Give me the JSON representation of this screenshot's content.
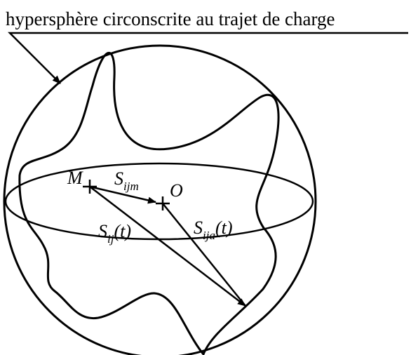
{
  "annotation": {
    "text": "hypersphère circonscrite au trajet de charge"
  },
  "points": {
    "m": "M",
    "o": "O"
  },
  "vectors": {
    "s_ijm": {
      "main": "S",
      "sub": "ijm",
      "suffix": ""
    },
    "s_ij": {
      "main": "S",
      "sub": "ij",
      "suffix": "(t)"
    },
    "s_ija": {
      "main": "S",
      "sub": "ija",
      "suffix": "(t)"
    }
  },
  "colors": {
    "ink": "#000000",
    "background": "#ffffff"
  }
}
